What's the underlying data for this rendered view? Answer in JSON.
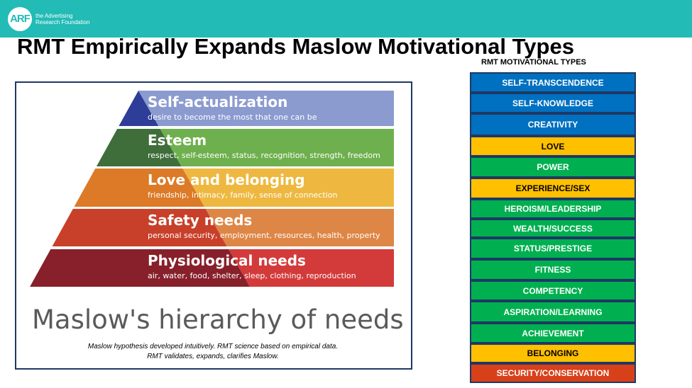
{
  "header": {
    "logo_mark": "ARF",
    "logo_line1": "the Advertising",
    "logo_line2": "Research Foundation"
  },
  "title": "RMT Empirically Expands Maslow Motivational Types",
  "pyramid": {
    "caption": "Maslow's hierarchy of needs",
    "tiers": [
      {
        "title": "Self-actualization",
        "sub": "desire to become the most that one can be",
        "dark": "#2e3d98",
        "light": "#8b9bd0"
      },
      {
        "title": "Esteem",
        "sub": "respect, self-esteem, status, recognition, strength, freedom",
        "dark": "#3f6e3a",
        "light": "#6fb04e"
      },
      {
        "title": "Love and belonging",
        "sub": "friendship, intimacy, family, sense of connection",
        "dark": "#dc7a28",
        "light": "#eeb840"
      },
      {
        "title": "Safety needs",
        "sub": "personal security, employment, resources, health, property",
        "dark": "#c8402a",
        "light": "#de8646"
      },
      {
        "title": "Physiological needs",
        "sub": "air, water, food, shelter, sleep, clothing, reproduction",
        "dark": "#87202a",
        "light": "#d33a3a"
      }
    ],
    "note_line1": "Maslow hypothesis developed intuitively. RMT science based on empirical data.",
    "note_line2": "RMT validates, expands, clarifies Maslow."
  },
  "rmt": {
    "heading": "RMT MOTIVATIONAL TYPES",
    "items": [
      {
        "label": "SELF-TRANSCENDENCE",
        "color": "#0070c0",
        "text": "#ffffff"
      },
      {
        "label": "SELF-KNOWLEDGE",
        "color": "#0070c0",
        "text": "#ffffff"
      },
      {
        "label": "CREATIVITY",
        "color": "#0070c0",
        "text": "#ffffff"
      },
      {
        "label": "LOVE",
        "color": "#ffc000",
        "text": "#000000"
      },
      {
        "label": "POWER",
        "color": "#00b050",
        "text": "#ffffff"
      },
      {
        "label": "EXPERIENCE/SEX",
        "color": "#ffc000",
        "text": "#000000"
      },
      {
        "label": "HEROISM/LEADERSHIP",
        "color": "#00b050",
        "text": "#ffffff"
      },
      {
        "label": "WEALTH/SUCCESS",
        "color": "#00b050",
        "text": "#ffffff"
      },
      {
        "label": "STATUS/PRESTIGE",
        "color": "#00b050",
        "text": "#ffffff"
      },
      {
        "label": "FITNESS",
        "color": "#00b050",
        "text": "#ffffff"
      },
      {
        "label": "COMPETENCY",
        "color": "#00b050",
        "text": "#ffffff"
      },
      {
        "label": "ASPIRATION/LEARNING",
        "color": "#00b050",
        "text": "#ffffff"
      },
      {
        "label": "ACHIEVEMENT",
        "color": "#00b050",
        "text": "#ffffff"
      },
      {
        "label": "BELONGING",
        "color": "#ffc000",
        "text": "#000000"
      },
      {
        "label": "SECURITY/CONSERVATION",
        "color": "#d8401a",
        "text": "#ffffff"
      }
    ]
  }
}
